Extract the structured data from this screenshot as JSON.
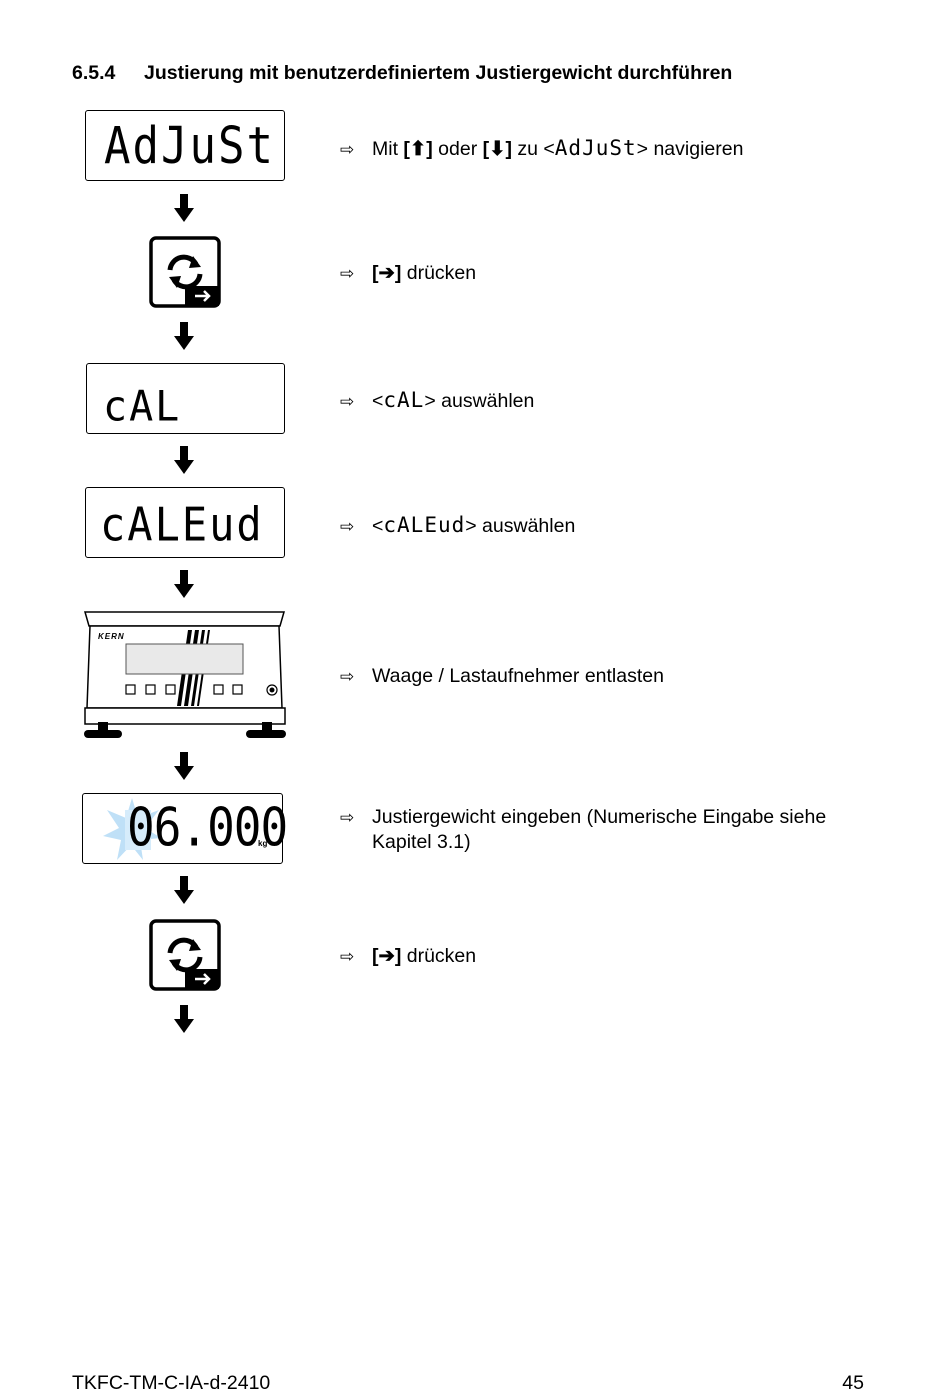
{
  "section": {
    "number": "6.5.4",
    "title": "Justierung mit benutzerdefiniertem Justiergewicht durchführen"
  },
  "displays": {
    "adjust": "AdJuSt",
    "cal": "cAL",
    "caleud": "cALEud",
    "weight": "06.000",
    "unit": "kg"
  },
  "scale": {
    "brand": "KERN"
  },
  "steps": {
    "s1": {
      "pre": "Mit ",
      "key_up": "[⬆]",
      "mid": " oder ",
      "key_down": "[⬇]",
      "zu": " zu ",
      "lt": "<",
      "display": "AdJuSt",
      "gt": ">",
      "post": " navigieren"
    },
    "s2": {
      "key": "[➔]",
      "post": " drücken"
    },
    "s3": {
      "lt": "<",
      "display": "cAL",
      "gt": ">",
      "post": " auswählen"
    },
    "s4": {
      "lt": "<",
      "display": "cALEud",
      "gt": ">",
      "post": " auswählen"
    },
    "s5": {
      "text": "Waage / Lastaufnehmer entlasten"
    },
    "s6": {
      "text": "Justiergewicht eingeben (Numerische Eingabe siehe Kapitel 3.1)"
    },
    "s7": {
      "key": "[➔]",
      "post": " drücken"
    }
  },
  "bullet": "⇨",
  "footer": {
    "doc_id": "TKFC-TM-C-IA-d-2410",
    "page": "45"
  }
}
